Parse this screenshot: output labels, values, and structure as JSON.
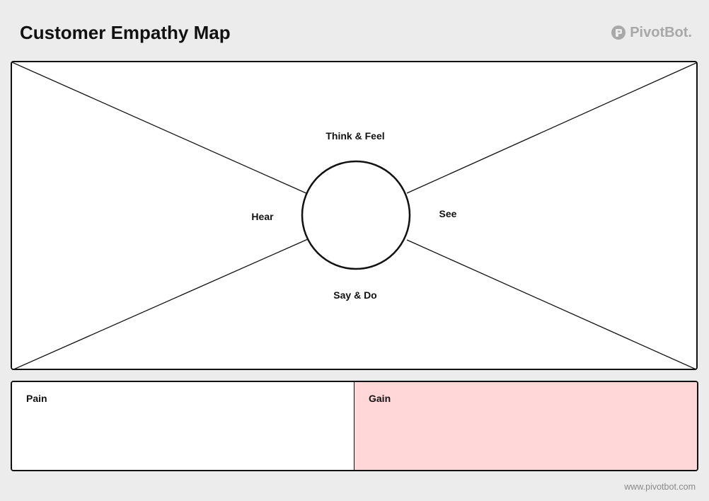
{
  "header": {
    "title": "Customer Empathy Map",
    "brand_name": "PivotBot.",
    "brand_icon": "pivotbot-logo-icon"
  },
  "empathy_map": {
    "quadrants": {
      "think_feel": "Think & Feel",
      "hear": "Hear",
      "see": "See",
      "say_do": "Say & Do"
    },
    "center": "persona-circle"
  },
  "bottom_panels": {
    "pain": {
      "label": "Pain",
      "background": "#ffffff"
    },
    "gain": {
      "label": "Gain",
      "background": "#ffd7d8"
    }
  },
  "footer": {
    "url": "www.pivotbot.com"
  },
  "colors": {
    "page_background": "#ececec",
    "line": "#111111",
    "brand_gray": "#a8a8a8",
    "gain_fill": "#ffd7d8"
  }
}
